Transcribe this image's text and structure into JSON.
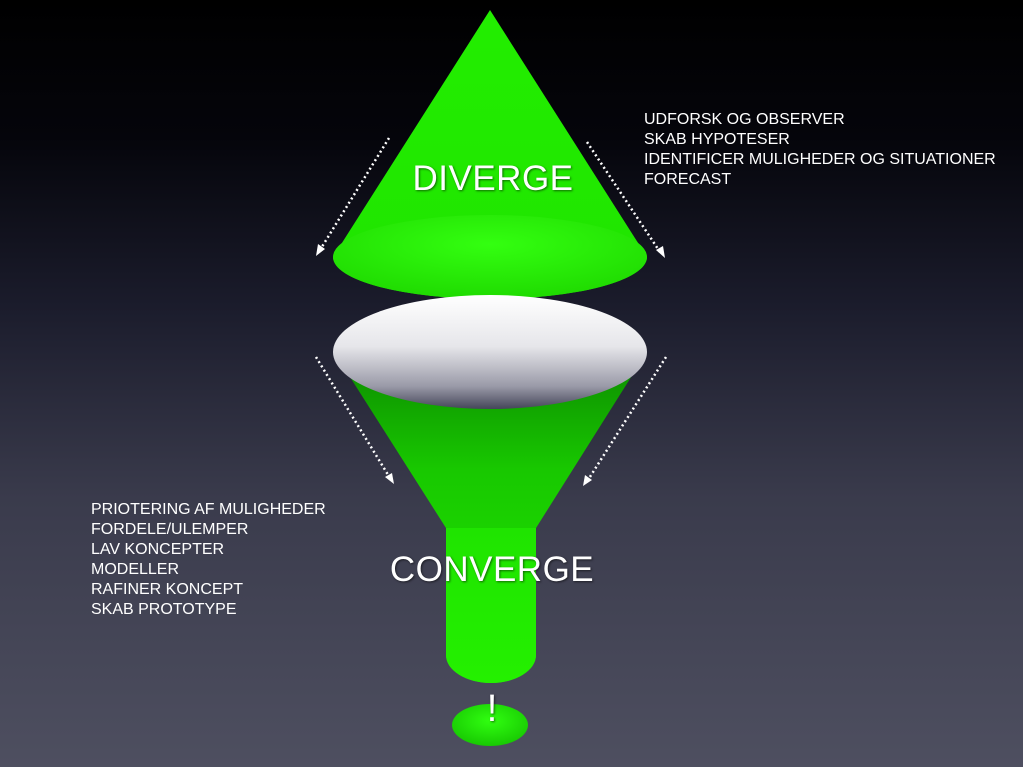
{
  "diagram": {
    "diverge_label": "DIVERGE",
    "converge_label": "CONVERGE",
    "result_label": "!",
    "diverge_steps": [
      "UDFORSK OG OBSERVER",
      "SKAB HYPOTESER",
      "IDENTIFICER MULIGHEDER OG SITUATIONER",
      "FORECAST"
    ],
    "converge_steps": [
      "PRIOTERING AF MULIGHEDER",
      "FORDELE/ULEMPER",
      "LAV KONCEPTER",
      "MODELLER",
      "RAFINER KONCEPT",
      "SKAB PROTOTYPE"
    ]
  },
  "colors": {
    "shape_green": "#22ee00",
    "shape_green_dark": "#0c9e00",
    "lens_white": "#f4f4f6",
    "lens_gray": "#4a4b60",
    "text": "#ffffff"
  }
}
